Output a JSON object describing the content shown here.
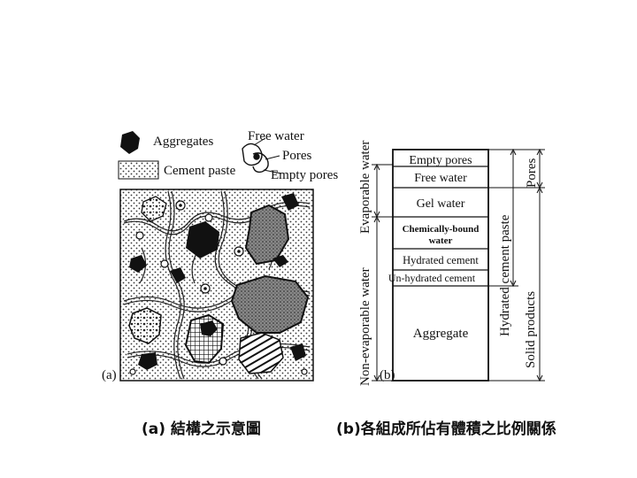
{
  "legend": {
    "aggregates": "Aggregates",
    "cement_paste": "Cement paste",
    "free_water": "Free water",
    "pores": "Pores",
    "empty_pores": "Empty pores"
  },
  "panel_a_tag": "(a)",
  "panel_b_tag": "(b)",
  "column_b": {
    "layers": [
      "Empty pores",
      "Free water",
      "Gel water",
      "Chemically-bound water",
      "Hydrated cement",
      "Un-hydrated cement",
      "Aggregate"
    ],
    "left_labels": [
      "Evaporable water",
      "Non-evaporable water"
    ],
    "right_labels": [
      "Pores",
      "Hydrated cement paste",
      "Solid products"
    ]
  },
  "captions": {
    "a": "(a) 結構之示意圖",
    "b": "(b)各組成所佔有體積之比例關係"
  },
  "colors": {
    "ink": "#111111",
    "background": "#ffffff"
  }
}
